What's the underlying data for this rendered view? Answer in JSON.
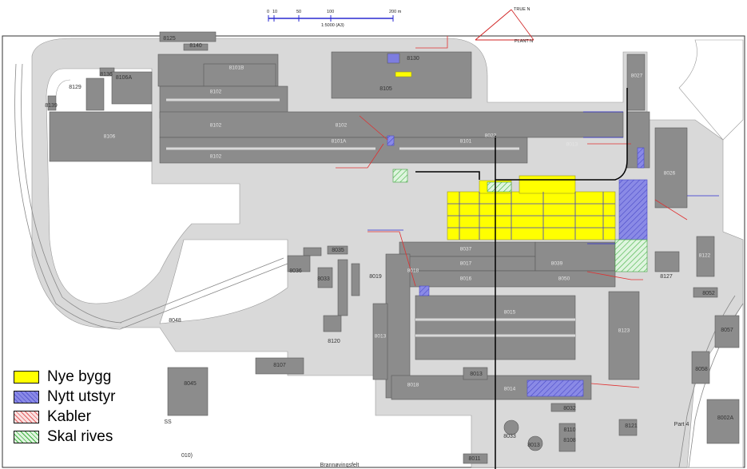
{
  "scale": {
    "ticks": [
      "0",
      "10",
      "50",
      "100",
      "200 m"
    ],
    "ratio": "1:5000 (A3)"
  },
  "north_arrow": {
    "true_label": "TRUE N",
    "plant_label": "PLANT N"
  },
  "legend": [
    {
      "label": "Nye bygg",
      "color": "#ffff00",
      "pattern": "solid"
    },
    {
      "label": "Nytt utstyr",
      "color": "#7d7de0",
      "pattern": "solid"
    },
    {
      "label": "Kabler",
      "color": "#f2b6b6",
      "pattern": "hatch-red"
    },
    {
      "label": "Skal rives",
      "color": "#9ee09e",
      "pattern": "hatch-green"
    }
  ],
  "buildings": [
    "8125",
    "8140",
    "8105",
    "8130",
    "8136",
    "8106A",
    "8129",
    "8139",
    "8106",
    "8101B",
    "8102",
    "8101A",
    "8101",
    "8022",
    "8102",
    "8102",
    "8102",
    "8027",
    "8013",
    "8026",
    "8037",
    "8017",
    "8039",
    "8016",
    "8050",
    "8018",
    "8015",
    "8013",
    "8123",
    "8127",
    "8122",
    "8052",
    "8057",
    "8058",
    "8048",
    "8035",
    "8036",
    "8033",
    "8120",
    "8107",
    "8045",
    "8013",
    "8014",
    "8032",
    "8110",
    "8108",
    "8033",
    "8013",
    "8121",
    "8011",
    "8002A",
    "Part 4",
    "8019",
    "8018"
  ],
  "bottom_text": {
    "left_partial": "010)",
    "field": "Brannøvingsfelt",
    "ss": "SS"
  }
}
